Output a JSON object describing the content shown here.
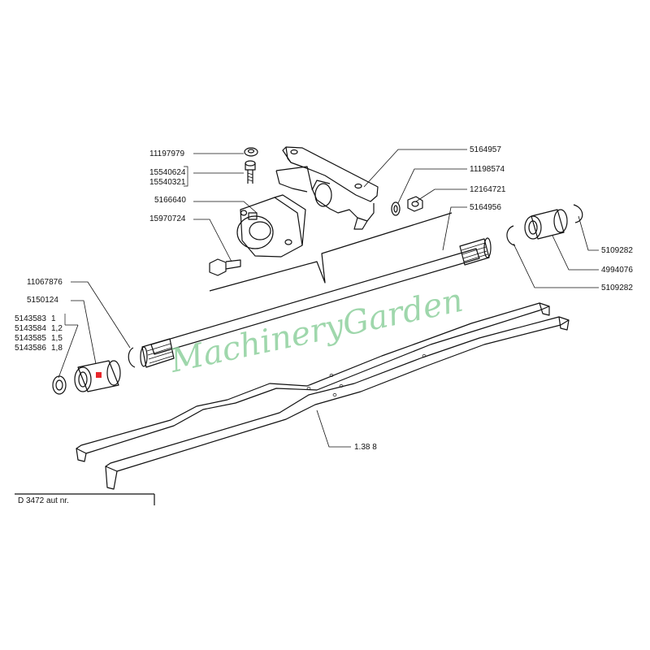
{
  "watermark": "MachineryGarden",
  "footer": {
    "ref_text": "D 3472 aut  nr."
  },
  "parts": {
    "p1": "11197979",
    "p2a": "15540624",
    "p2b": "15540321",
    "p3": "5166640",
    "p4": "15970724",
    "p5": "5164957",
    "p6": "11198574",
    "p7": "12164721",
    "p8": "5164956",
    "p9": "5109282",
    "p10": "4994076",
    "p11": "5109282",
    "p12": "11067876",
    "p13": "5150124",
    "p14a": "5143583",
    "p14a_q": "1",
    "p14b": "5143584",
    "p14b_q": "1,2",
    "p14c": "5143585",
    "p14c_q": "1,5",
    "p14d": "5143586",
    "p14d_q": "1,8",
    "p15": "1.38 8"
  },
  "colors": {
    "ink": "#111111",
    "watermark": "#8fd19e",
    "marker": "#e8262b"
  }
}
